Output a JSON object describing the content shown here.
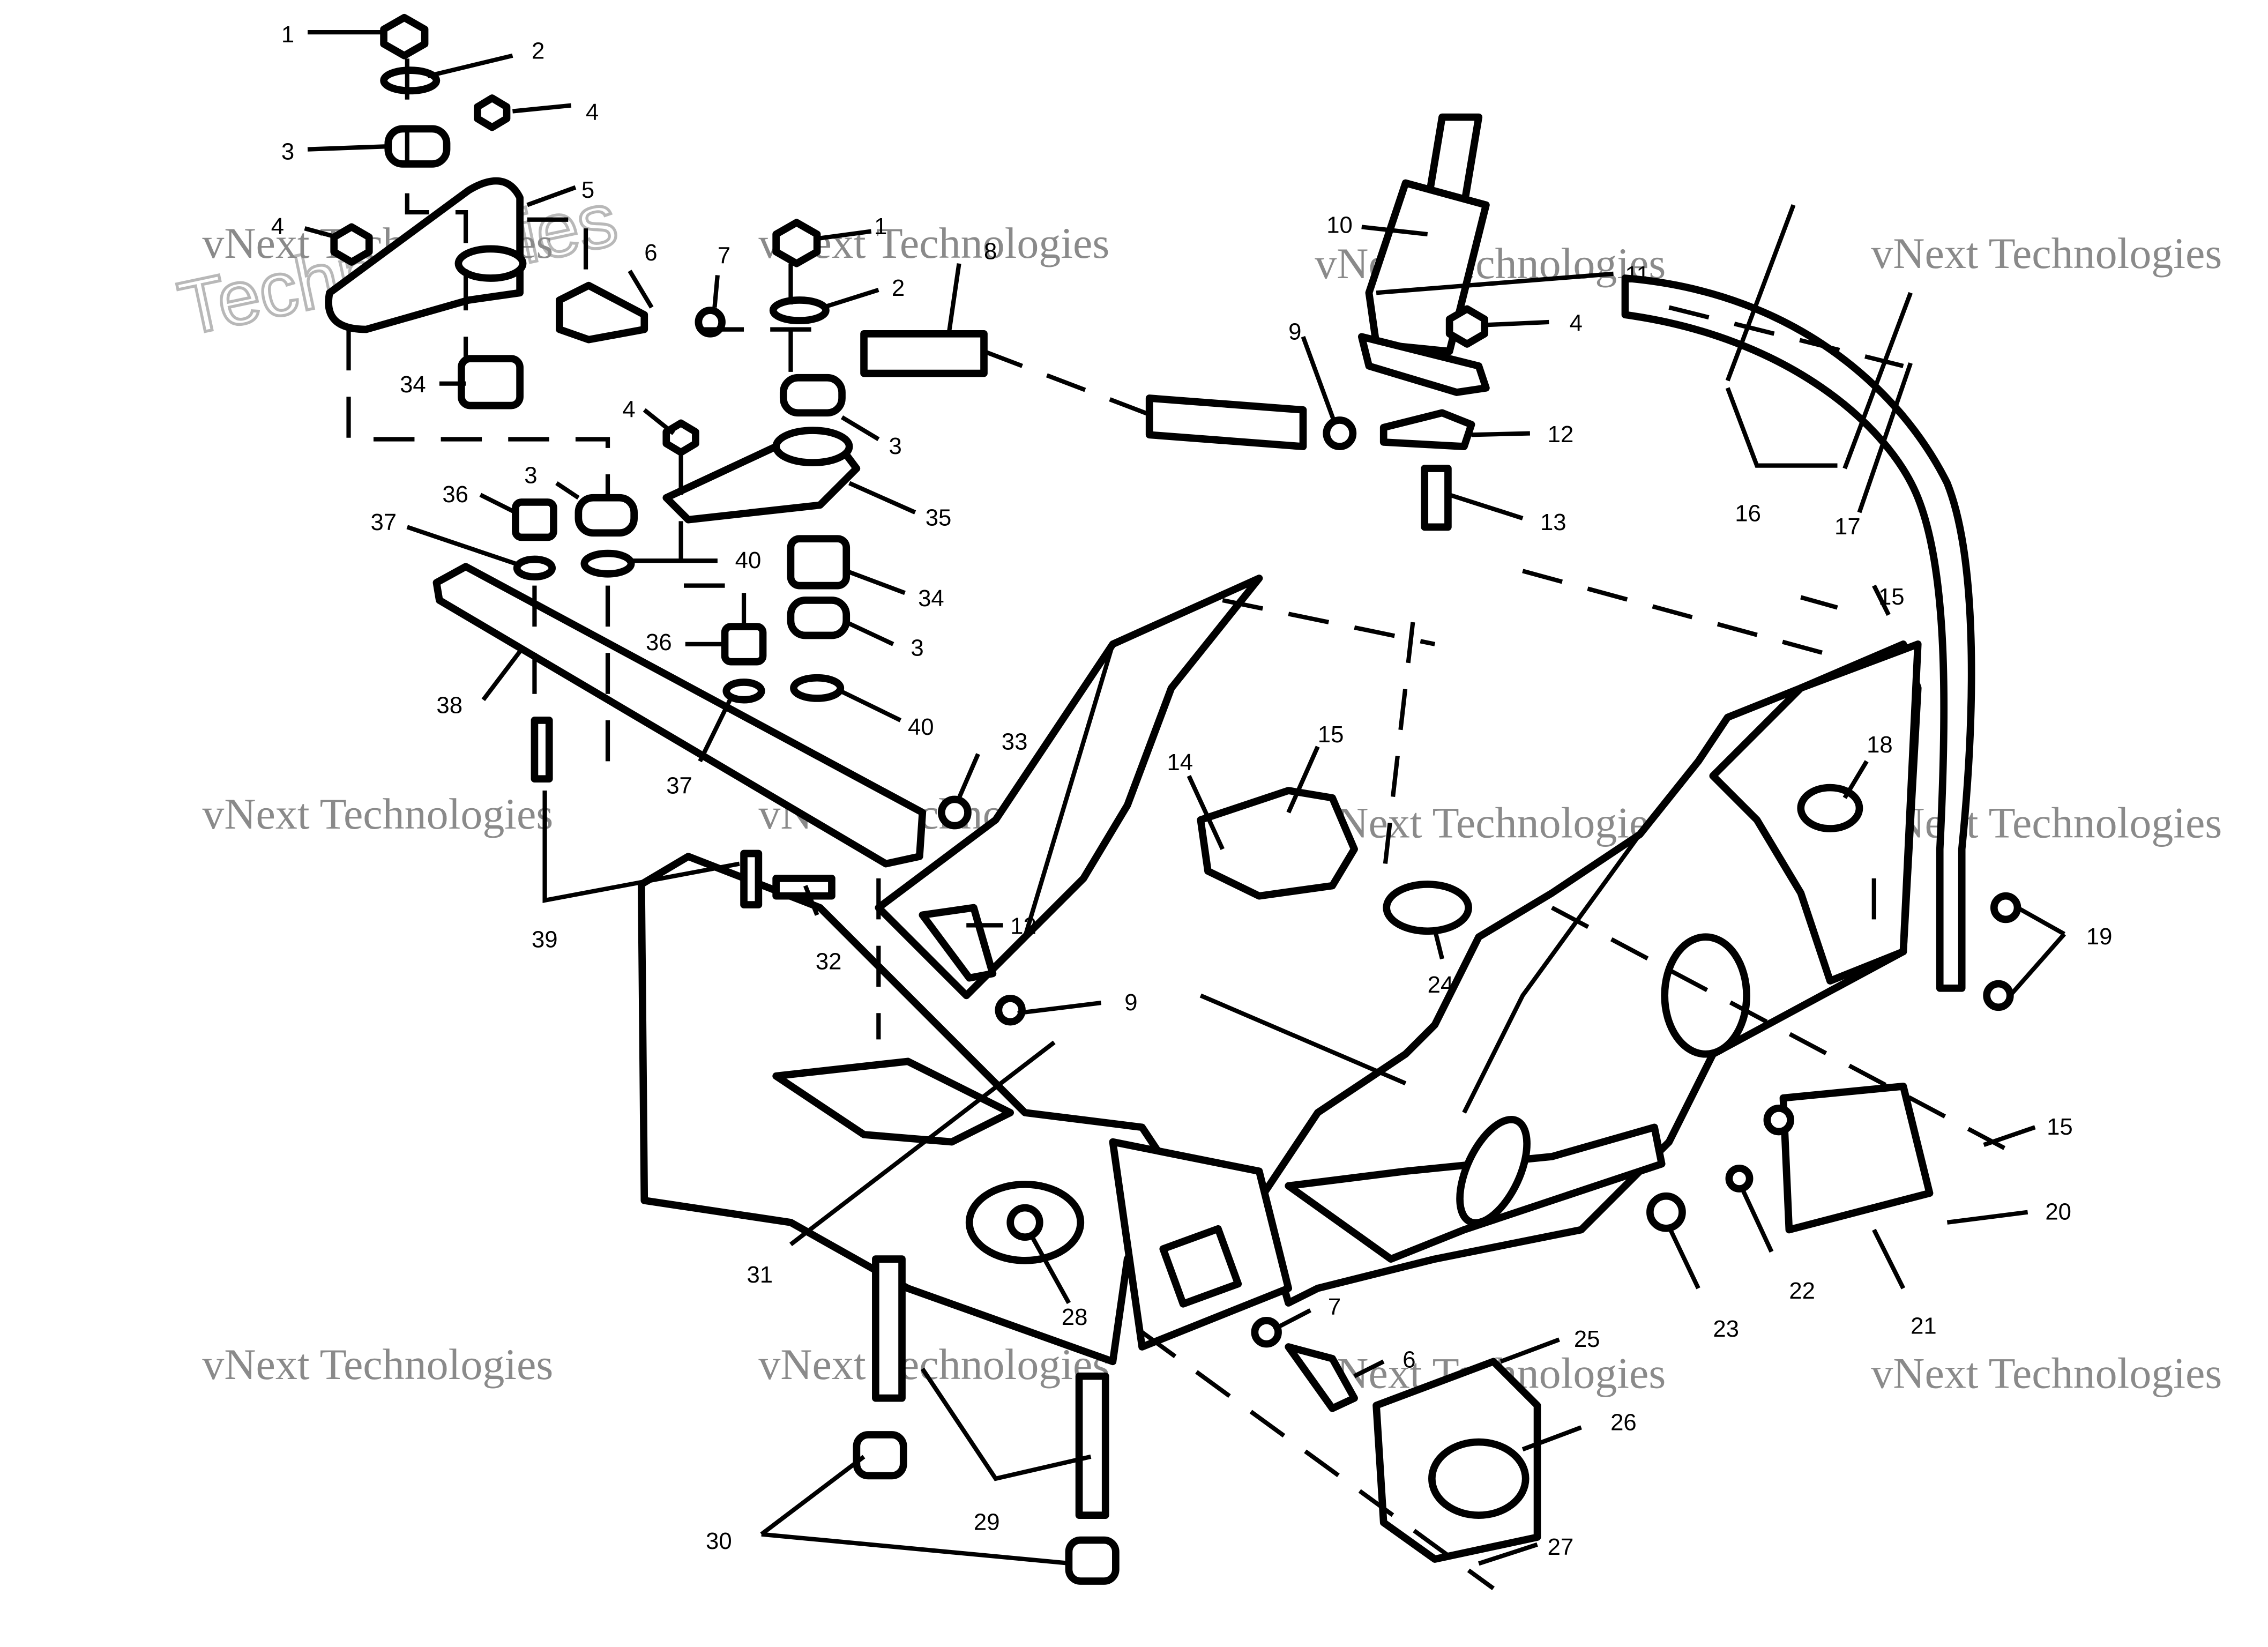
{
  "watermark": {
    "line1": "vNext",
    "line2": "vNext Technologies",
    "line3": "Technologies"
  },
  "callouts": [
    {
      "id": "c1a",
      "text": "1"
    },
    {
      "id": "c2a",
      "text": "2"
    },
    {
      "id": "c3a",
      "text": "3"
    },
    {
      "id": "c4a",
      "text": "4"
    },
    {
      "id": "c4b",
      "text": "4"
    },
    {
      "id": "c5",
      "text": "5"
    },
    {
      "id": "c6a",
      "text": "6"
    },
    {
      "id": "c7a",
      "text": "7"
    },
    {
      "id": "c1b",
      "text": "1"
    },
    {
      "id": "c2b",
      "text": "2"
    },
    {
      "id": "c8",
      "text": "8"
    },
    {
      "id": "c10",
      "text": "10"
    },
    {
      "id": "c11",
      "text": "11"
    },
    {
      "id": "c4c",
      "text": "4"
    },
    {
      "id": "c9a",
      "text": "9"
    },
    {
      "id": "c12a",
      "text": "12"
    },
    {
      "id": "c13",
      "text": "13"
    },
    {
      "id": "c16",
      "text": "16"
    },
    {
      "id": "c17",
      "text": "17"
    },
    {
      "id": "c34a",
      "text": "34"
    },
    {
      "id": "c4d",
      "text": "4"
    },
    {
      "id": "c3b",
      "text": "3"
    },
    {
      "id": "c3c",
      "text": "3"
    },
    {
      "id": "c35",
      "text": "35"
    },
    {
      "id": "c36a",
      "text": "36"
    },
    {
      "id": "c37a",
      "text": "37"
    },
    {
      "id": "c40a",
      "text": "40"
    },
    {
      "id": "c34b",
      "text": "34"
    },
    {
      "id": "c3d",
      "text": "3"
    },
    {
      "id": "c36b",
      "text": "36"
    },
    {
      "id": "c40b",
      "text": "40"
    },
    {
      "id": "c38",
      "text": "38"
    },
    {
      "id": "c37b",
      "text": "37"
    },
    {
      "id": "c33",
      "text": "33"
    },
    {
      "id": "c14",
      "text": "14"
    },
    {
      "id": "c15a",
      "text": "15"
    },
    {
      "id": "c15b",
      "text": "15"
    },
    {
      "id": "c18",
      "text": "18"
    },
    {
      "id": "c19",
      "text": "19"
    },
    {
      "id": "c39",
      "text": "39"
    },
    {
      "id": "c32",
      "text": "32"
    },
    {
      "id": "c12b",
      "text": "12"
    },
    {
      "id": "c24",
      "text": "24"
    },
    {
      "id": "c9b",
      "text": "9"
    },
    {
      "id": "c15c",
      "text": "15"
    },
    {
      "id": "c20",
      "text": "20"
    },
    {
      "id": "c31",
      "text": "31"
    },
    {
      "id": "c28",
      "text": "28"
    },
    {
      "id": "c7b",
      "text": "7"
    },
    {
      "id": "c6b",
      "text": "6"
    },
    {
      "id": "c25",
      "text": "25"
    },
    {
      "id": "c26",
      "text": "26"
    },
    {
      "id": "c23",
      "text": "23"
    },
    {
      "id": "c22",
      "text": "22"
    },
    {
      "id": "c21",
      "text": "21"
    },
    {
      "id": "c29",
      "text": "29"
    },
    {
      "id": "c30",
      "text": "30"
    },
    {
      "id": "c27",
      "text": "27"
    }
  ]
}
